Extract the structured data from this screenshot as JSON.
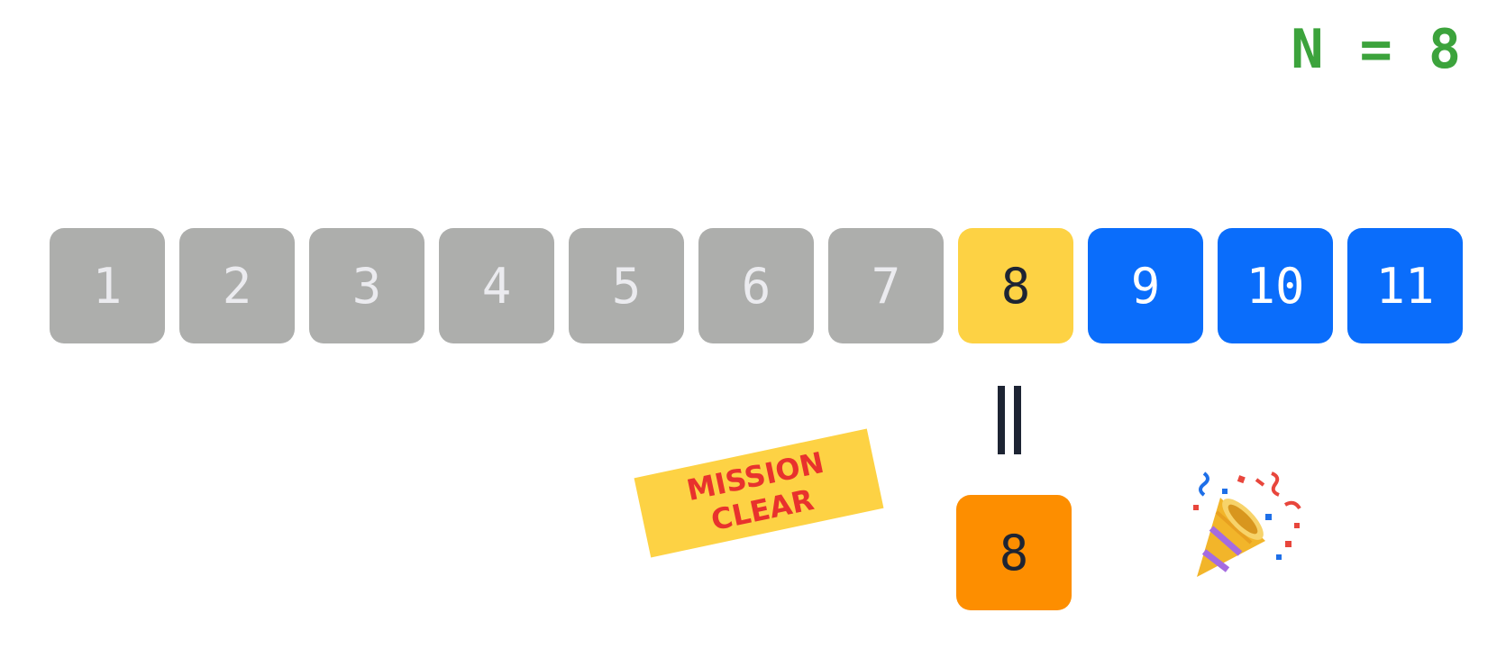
{
  "header": {
    "n_label": "N = 8"
  },
  "sequence": {
    "tiles": [
      {
        "label": "1",
        "state": "gray"
      },
      {
        "label": "2",
        "state": "gray"
      },
      {
        "label": "3",
        "state": "gray"
      },
      {
        "label": "4",
        "state": "gray"
      },
      {
        "label": "5",
        "state": "gray"
      },
      {
        "label": "6",
        "state": "gray"
      },
      {
        "label": "7",
        "state": "gray"
      },
      {
        "label": "8",
        "state": "yellow"
      },
      {
        "label": "9",
        "state": "blue"
      },
      {
        "label": "10",
        "state": "blue"
      },
      {
        "label": "11",
        "state": "blue"
      }
    ]
  },
  "result": {
    "label": "8"
  },
  "stamp": {
    "line1": "MISSION",
    "line2": "CLEAR"
  },
  "icons": {
    "equals": "equals-sign-icon",
    "celebration": "party-popper-icon"
  },
  "colors": {
    "gray": "#adaeac",
    "yellow": "#fdd244",
    "blue": "#0a6dfb",
    "orange": "#fd8e00",
    "green": "#3ca33c",
    "red": "#e8322d"
  }
}
